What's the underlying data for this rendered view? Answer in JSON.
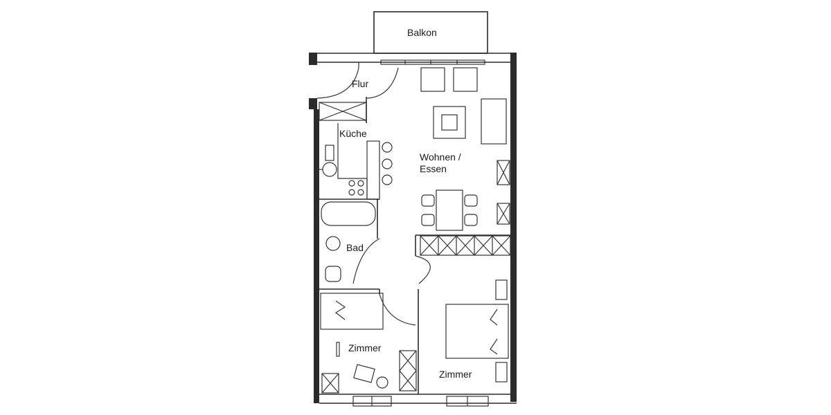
{
  "floor_plan": {
    "rooms": [
      {
        "id": "balkon",
        "label": "Balkon"
      },
      {
        "id": "flur",
        "label": "Flur"
      },
      {
        "id": "kueche",
        "label": "Küche"
      },
      {
        "id": "wohnen",
        "label_line1": "Wohnen /",
        "label_line2": "Essen"
      },
      {
        "id": "bad",
        "label": "Bad"
      },
      {
        "id": "zimmer1",
        "label": "Zimmer"
      },
      {
        "id": "zimmer2",
        "label": "Zimmer"
      }
    ],
    "colors": {
      "wall_exterior": "#2b2b2b",
      "line": "#333333",
      "background": "#ffffff"
    }
  }
}
